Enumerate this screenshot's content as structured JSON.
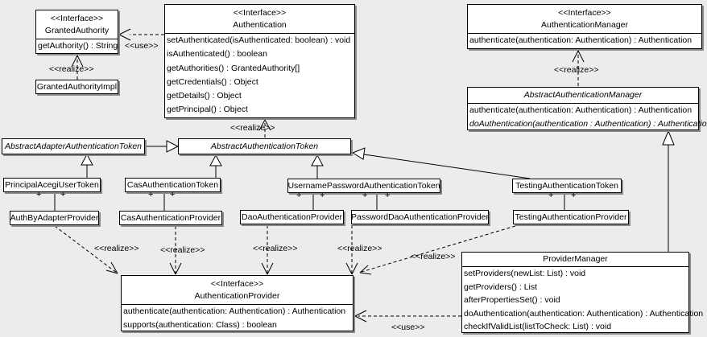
{
  "colors": {
    "background": "#ececec",
    "box_fill": "#ffffff",
    "line": "#000000",
    "shadow": "#888888"
  },
  "labels": {
    "interface_stereotype": "<<Interface>>",
    "realize": "<<realize>>",
    "use": "<<use>>",
    "plus": "+"
  },
  "classes": {
    "granted_authority": {
      "stereotype": "<<Interface>>",
      "name": "GrantedAuthority",
      "methods": [
        "getAuthority() : String"
      ]
    },
    "granted_authority_impl": {
      "name": "GrantedAuthorityImpl"
    },
    "authentication": {
      "stereotype": "<<Interface>>",
      "name": "Authentication",
      "methods": [
        "setAuthenticated(isAuthenticated: boolean) : void",
        "isAuthenticated() : boolean",
        "getAuthorities() : GrantedAuthority[]",
        "getCredentials() : Object",
        "getDetails() : Object",
        "getPrincipal() : Object"
      ]
    },
    "authentication_manager": {
      "stereotype": "<<Interface>>",
      "name": "AuthenticationManager",
      "methods": [
        "authenticate(authentication: Authentication) : Authentication"
      ]
    },
    "abstract_authentication_manager": {
      "name": "AbstractAuthenticationManager",
      "methods": [
        "authenticate(authentication: Authentication) : Authentication",
        "doAuthentication(authentication : Authentication) : Authentication"
      ]
    },
    "abstract_adapter_authentication_token": {
      "name": "AbstractAdapterAuthenticationToken"
    },
    "abstract_authentication_token": {
      "name": "AbstractAuthenticationToken"
    },
    "principal_acegi_user_token": {
      "name": "PrincipalAcegiUserToken"
    },
    "cas_authentication_token": {
      "name": "CasAuthenticationToken"
    },
    "username_password_authentication_token": {
      "name": "UsernamePasswordAuthenticationToken"
    },
    "testing_authentication_token": {
      "name": "TestingAuthenticationToken"
    },
    "auth_by_adapter_provider": {
      "name": "AuthByAdapterProvider"
    },
    "cas_authentication_provider": {
      "name": "CasAuthenticationProvider"
    },
    "dao_authentication_provider": {
      "name": "DaoAuthenticationProvider"
    },
    "password_dao_authentication_provider": {
      "name": "PasswordDaoAuthenticationProvider"
    },
    "testing_authentication_provider": {
      "name": "TestingAuthenticationProvider"
    },
    "authentication_provider": {
      "stereotype": "<<Interface>>",
      "name": "AuthenticationProvider",
      "methods": [
        "authenticate(authentication: Authentication) : Authentication",
        "supports(authentication: Class) : boolean"
      ]
    },
    "provider_manager": {
      "name": "ProviderManager",
      "methods": [
        "setProviders(newList: List) : void",
        "getProviders() : List",
        "afterPropertiesSet() : void",
        "doAuthentication(authentication: Authentication) : Authentication",
        "checkIfValidList(listToCheck: List) : void"
      ]
    }
  }
}
